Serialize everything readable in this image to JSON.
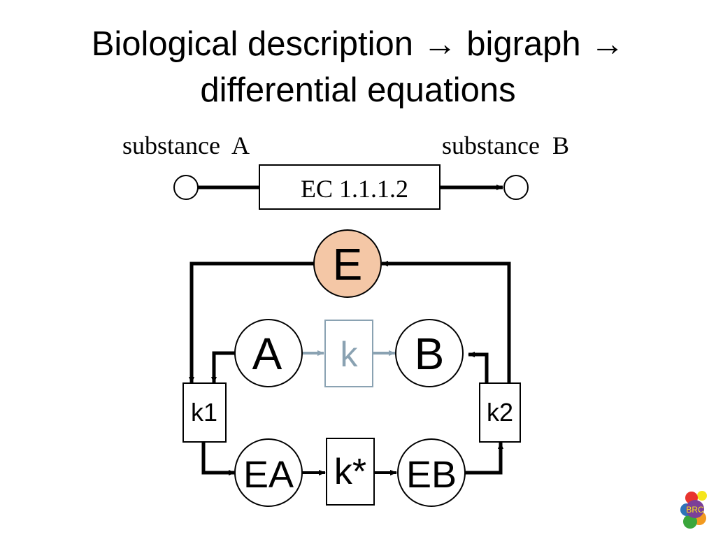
{
  "title": {
    "line1": "Biological description → bigraph →",
    "line2": "differential equations"
  },
  "reaction": {
    "substrate_label": "substance  A",
    "product_label": "substance  B",
    "enzyme_label": "EC 1.1.1.2"
  },
  "bigraph": {
    "enzyme": "E",
    "substrate": "A",
    "product": "B",
    "overall_rate": "k",
    "complex_substrate": "EA",
    "complex_product": "EB",
    "catalytic_rate": "k*",
    "binding_rate": "k1",
    "release_rate": "k2"
  },
  "logo": {
    "text": "BRC"
  },
  "colors": {
    "enzyme_fill": "#f4c7a6",
    "overall_rate_gray": "#8aa2b2",
    "logo_colors": [
      "#f5e51c",
      "#e8342e",
      "#f29a1f",
      "#3aa63b",
      "#2e73b8",
      "#7b3f98"
    ]
  }
}
